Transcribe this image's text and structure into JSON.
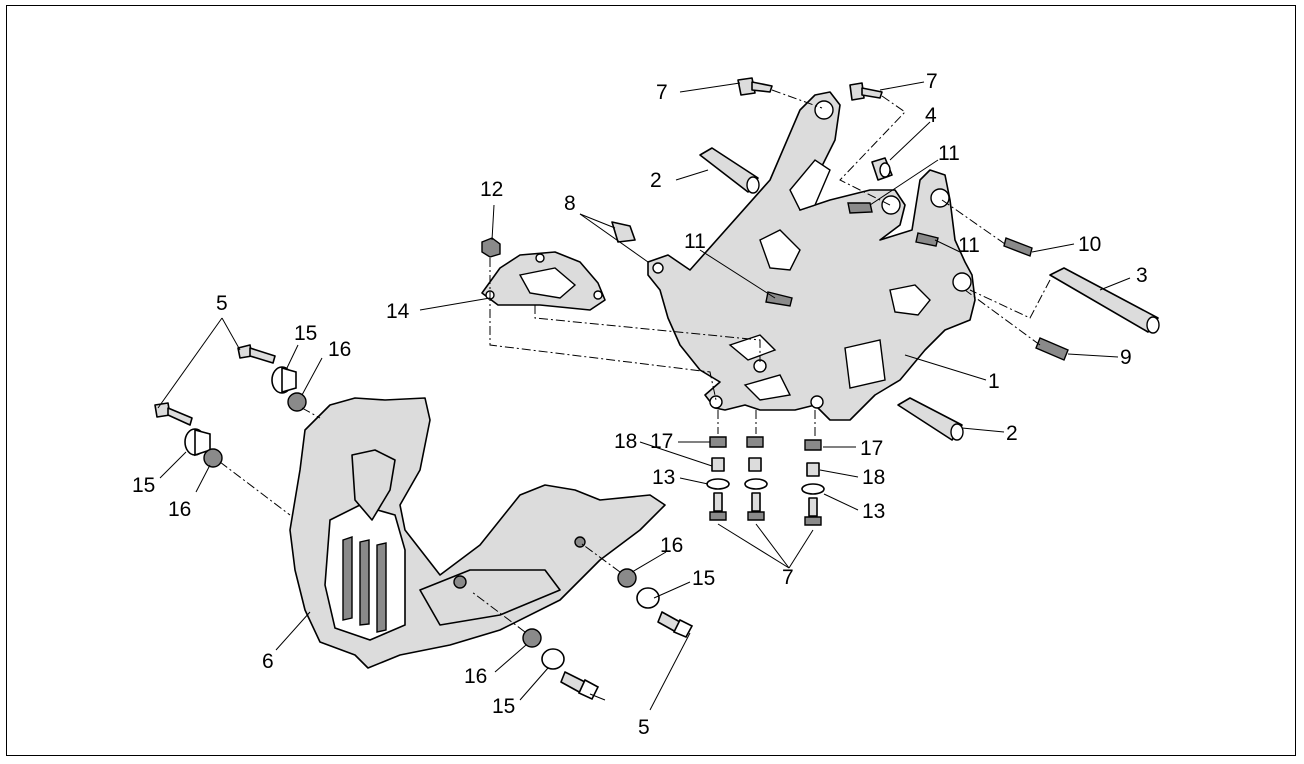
{
  "diagram": {
    "callouts": [
      "1",
      "2",
      "2",
      "3",
      "4",
      "5",
      "5",
      "6",
      "7",
      "7",
      "7",
      "8",
      "9",
      "10",
      "11",
      "11",
      "11",
      "12",
      "13",
      "13",
      "14",
      "15",
      "15",
      "15",
      "15",
      "16",
      "16",
      "16",
      "16",
      "17",
      "17",
      "18",
      "18"
    ]
  }
}
